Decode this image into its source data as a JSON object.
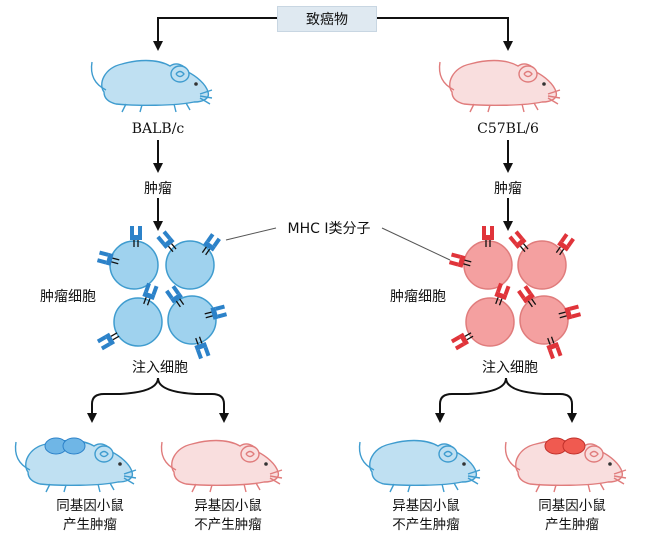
{
  "top": {
    "carcinogen": "致癌物"
  },
  "mhc_label": "MHC Ⅰ类分子",
  "left": {
    "strain": "BALB/c",
    "tumor": "肿瘤",
    "tumor_cells": "肿瘤细胞",
    "inject": "注入细胞",
    "outcome_a": [
      "同基因小鼠",
      "产生肿瘤"
    ],
    "outcome_b": [
      "异基因小鼠",
      "不产生肿瘤"
    ]
  },
  "right": {
    "strain": "C57BL/6",
    "tumor": "肿瘤",
    "tumor_cells": "肿瘤细胞",
    "inject": "注入细胞",
    "outcome_a": [
      "异基因小鼠",
      "不产生肿瘤"
    ],
    "outcome_b": [
      "同基因小鼠",
      "产生肿瘤"
    ]
  },
  "colors": {
    "blue_fill": "#bfe0f2",
    "blue_stroke": "#3f9ccf",
    "pink_fill": "#f9dede",
    "pink_stroke": "#e07c7c",
    "cell_blue": "#9fd2ee",
    "cell_red": "#f08a8a",
    "mhc_blue": "#2c82c9",
    "mhc_red": "#e0343a"
  }
}
